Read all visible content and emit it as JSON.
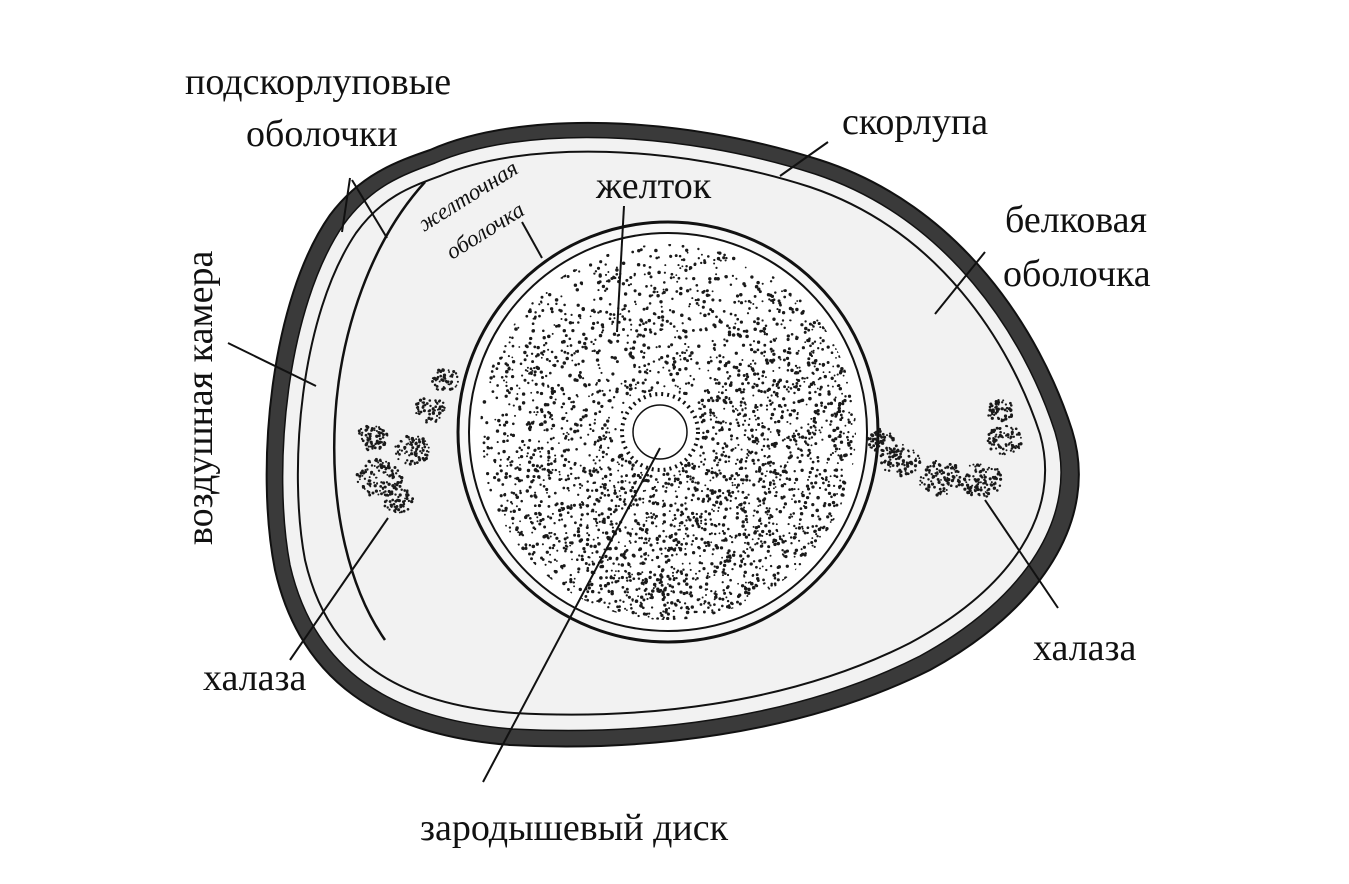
{
  "labels": {
    "subshell_membranes_1": "подскорлуповые",
    "subshell_membranes_2": "оболочки",
    "shell": "скорлупа",
    "vitelline_membrane_1": "желточная",
    "vitelline_membrane_2": "оболочка",
    "yolk": "желток",
    "albumen_1": "белковая",
    "albumen_2": "оболочка",
    "air_cell": "воздушная камера",
    "chalaza_left": "халаза",
    "chalaza_right": "халаза",
    "germinal_disc": "зародышевый диск"
  },
  "colors": {
    "background": "#ffffff",
    "ink": "#111111",
    "shell_fill": "#3a3a3a",
    "albumen_fill": "#f2f2f2",
    "yolk_dots": "#1a1a1a"
  }
}
